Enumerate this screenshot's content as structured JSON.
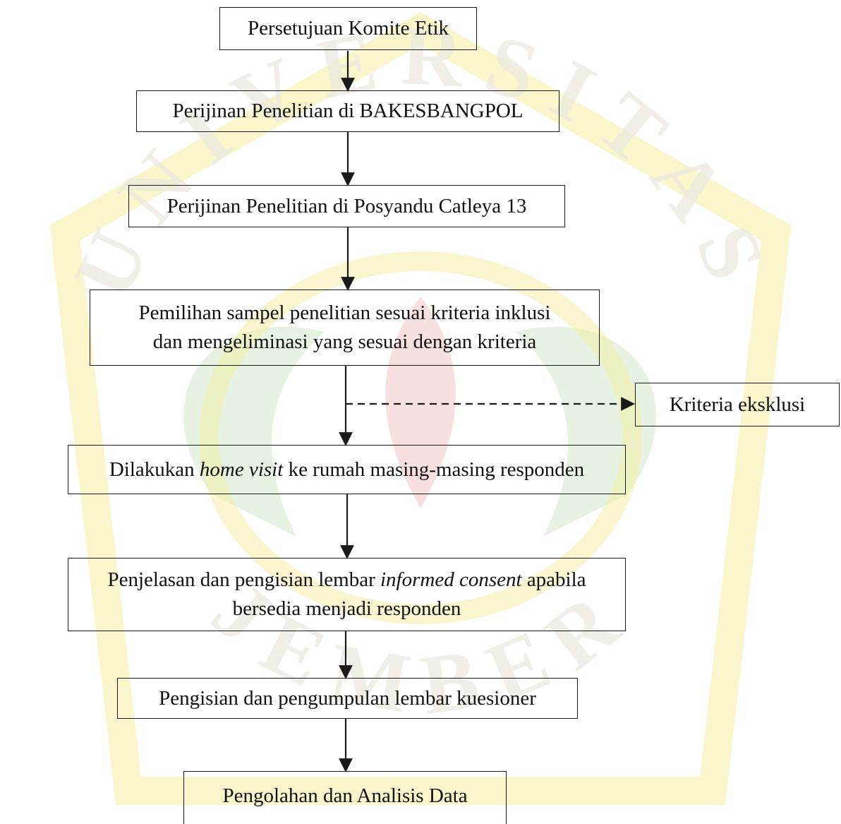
{
  "watermark": {
    "word_top": "UNIVERSITAS",
    "word_bottom": "JEMBER",
    "color_gold": "#f2ea86",
    "color_green": "#cfe3c5",
    "color_pink": "#f3c6c6"
  },
  "flowchart": {
    "steps": [
      {
        "text": "Persetujuan Komite Etik"
      },
      {
        "text": "Perijinan Penelitian di BAKESBANGPOL"
      },
      {
        "text": "Perijinan Penelitian di Posyandu Catleya 13"
      },
      {
        "line1": "Pemilihan sampel penelitian sesuai kriteria inklusi",
        "line2": "dan mengeliminasi yang sesuai dengan kriteria"
      },
      {
        "pre": "Dilakukan ",
        "em": "home visit",
        "post": " ke rumah masing-masing responden"
      },
      {
        "pre": "Penjelasan dan pengisian lembar ",
        "em": "informed consent",
        "post": " apabila",
        "line2": "bersedia menjadi responden"
      },
      {
        "text": "Pengisian dan pengumpulan lembar kuesioner"
      },
      {
        "text": "Pengolahan dan Analisis Data"
      }
    ],
    "exclusion": {
      "text": "Kriteria eksklusi"
    }
  }
}
